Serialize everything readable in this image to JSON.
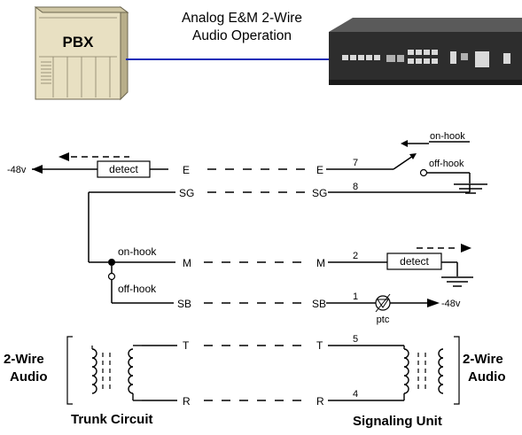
{
  "header": {
    "title_line1": "Analog E&M 2-Wire",
    "title_line2": "Audio Operation",
    "pbx_label": "PBX"
  },
  "trunk": {
    "voltage": "-48v",
    "detect": "detect",
    "leads": {
      "e": "E",
      "sg": "SG",
      "m": "M",
      "sb": "SB",
      "t": "T",
      "r": "R"
    },
    "on_hook": "on-hook",
    "off_hook": "off-hook",
    "audio_line1": "2-Wire",
    "audio_line2": "Audio",
    "caption": "Trunk Circuit"
  },
  "signaling": {
    "leads": {
      "e": "E",
      "sg": "SG",
      "m": "M",
      "sb": "SB",
      "t": "T",
      "r": "R"
    },
    "pins": {
      "e": "7",
      "sg": "8",
      "m": "2",
      "sb": "1",
      "t": "5",
      "r": "4"
    },
    "on_hook": "on-hook",
    "off_hook": "off-hook",
    "detect": "detect",
    "ptc": "ptc",
    "voltage": "-48v",
    "audio_line1": "2-Wire",
    "audio_line2": "Audio",
    "caption": "Signaling Unit"
  },
  "colors": {
    "link_line": "#1a2eb8",
    "pbx_body": "#d8cfb0",
    "device_body": "#2d2d2d"
  }
}
